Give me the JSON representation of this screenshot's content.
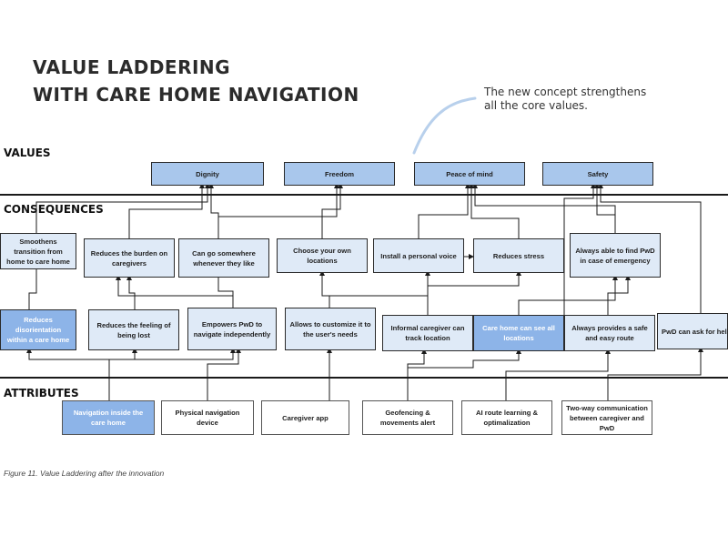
{
  "title": {
    "line1": "VALUE LADDERING",
    "line2": "WITH CARE HOME NAVIGATION"
  },
  "note": {
    "line1": "The new concept strengthens",
    "line2": "all the core values."
  },
  "sections": {
    "values": "VALUES",
    "consequences": "CONSEQUENCES",
    "attributes": "ATTRIBUTES"
  },
  "values": [
    {
      "label": "Dignity"
    },
    {
      "label": "Freedom"
    },
    {
      "label": "Peace of mind"
    },
    {
      "label": "Safety"
    }
  ],
  "consequences_upper": [
    {
      "label": "Smoothens transition from home to care home"
    },
    {
      "label": "Reduces the burden on caregivers"
    },
    {
      "label": "Can go somewhere whenever they like"
    },
    {
      "label": "Choose your own locations"
    },
    {
      "label": "Install a personal voice"
    },
    {
      "label": "Reduces stress"
    },
    {
      "label": "Always able to find PwD in case of emergency"
    }
  ],
  "consequences_lower": [
    {
      "label": "Reduces disorientation within a care home"
    },
    {
      "label": "Reduces the feeling of being lost"
    },
    {
      "label": "Empowers PwD to navigate independently"
    },
    {
      "label": "Allows to customize it to the user's needs"
    },
    {
      "label": "Informal caregiver can track location"
    },
    {
      "label": "Care home can see all locations"
    },
    {
      "label": "Always provides a safe and easy route"
    },
    {
      "label": "PwD can ask for help"
    }
  ],
  "attributes": [
    {
      "label": "Navigation inside the care home"
    },
    {
      "label": "Physical navigation device"
    },
    {
      "label": "Caregiver app"
    },
    {
      "label": "Geofencing & movements alert"
    },
    {
      "label": "AI route learning & optimalization"
    },
    {
      "label": "Two-way communication between caregiver and PwD"
    }
  ],
  "caption": "Figure 11. Value Laddering after the innovation",
  "colors": {
    "value_box": "#a9c7ec",
    "consequence_box": "#dfeaf7",
    "highlight_box": "#8db4e8",
    "accent_curve": "#b8d0ec",
    "line": "#1a1a1a"
  }
}
